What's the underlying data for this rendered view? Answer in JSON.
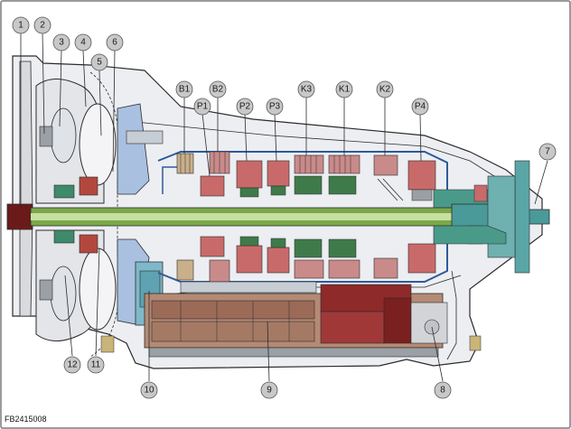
{
  "figure_id": "FB2415008",
  "callouts": [
    {
      "id": "1",
      "label": "1"
    },
    {
      "id": "2",
      "label": "2"
    },
    {
      "id": "3",
      "label": "3"
    },
    {
      "id": "4",
      "label": "4"
    },
    {
      "id": "5",
      "label": "5"
    },
    {
      "id": "6",
      "label": "6"
    },
    {
      "id": "7",
      "label": "7"
    },
    {
      "id": "8",
      "label": "8"
    },
    {
      "id": "9",
      "label": "9"
    },
    {
      "id": "10",
      "label": "10"
    },
    {
      "id": "11",
      "label": "11"
    },
    {
      "id": "12",
      "label": "12"
    }
  ],
  "component_labels": [
    {
      "id": "B1",
      "label": "B1"
    },
    {
      "id": "B2",
      "label": "B2"
    },
    {
      "id": "P1",
      "label": "P1"
    },
    {
      "id": "P2",
      "label": "P2"
    },
    {
      "id": "P3",
      "label": "P3"
    },
    {
      "id": "K3",
      "label": "K3"
    },
    {
      "id": "K1",
      "label": "K1"
    },
    {
      "id": "K2",
      "label": "K2"
    },
    {
      "id": "P4",
      "label": "P4"
    }
  ],
  "colors": {
    "frame": "#7a7a7a",
    "housing_fill": "#eceef2",
    "housing_stroke": "#2b2b2b",
    "shaft": "#4a8f8a",
    "shaft_green": "#6f9a3a",
    "planet_pink": "#c96a6a",
    "valve_body_brown": "#9b6b57",
    "valve_body_red": "#8e2a2a",
    "gray_parts": "#9aa0a6",
    "blue_oil": "#6a8fc6",
    "callout_fill": "#c8c8c8",
    "callout_stroke": "#555555"
  }
}
